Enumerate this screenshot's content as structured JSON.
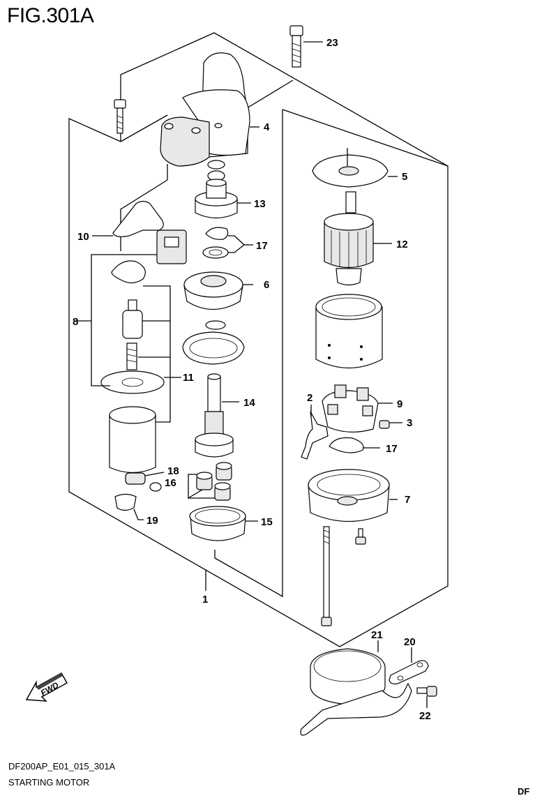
{
  "figure": {
    "title": "FIG.301A",
    "code": "DF200AP_E01_015_301A",
    "name": "STARTING MOTOR",
    "corner_code": "DF"
  },
  "fwd_label": "FWD",
  "callouts": {
    "c1": "1",
    "c2": "2",
    "c3": "3",
    "c4": "4",
    "c5": "5",
    "c6": "6",
    "c7": "7",
    "c8": "8",
    "c9": "9",
    "c10": "10",
    "c11": "11",
    "c12": "12",
    "c13": "13",
    "c14": "14",
    "c15": "15",
    "c16": "16",
    "c17a": "17",
    "c17b": "17",
    "c18": "18",
    "c19": "19",
    "c20": "20",
    "c21": "21",
    "c22": "22",
    "c23": "23"
  },
  "parts": [
    {
      "no": "1",
      "icon": "starting-motor-assembly-outline"
    },
    {
      "no": "2",
      "icon": "lead-wire-icon"
    },
    {
      "no": "3",
      "icon": "nut-icon"
    },
    {
      "no": "4",
      "icon": "housing-icon"
    },
    {
      "no": "5",
      "icon": "plate-washer-icon"
    },
    {
      "no": "6",
      "icon": "bracket-icon"
    },
    {
      "no": "7",
      "icon": "end-cover-icon"
    },
    {
      "no": "8",
      "icon": "magnetic-switch-icon"
    },
    {
      "no": "9",
      "icon": "brush-holder-icon"
    },
    {
      "no": "10",
      "icon": "lever-icon"
    },
    {
      "no": "11",
      "icon": "plunger-kit-icon"
    },
    {
      "no": "12",
      "icon": "armature-icon"
    },
    {
      "no": "13",
      "icon": "pinion-gear-icon"
    },
    {
      "no": "14",
      "icon": "shaft-icon"
    },
    {
      "no": "15",
      "icon": "internal-gear-icon"
    },
    {
      "no": "16",
      "icon": "planet-gear-icon"
    },
    {
      "no": "17",
      "icon": "washer-clip-icon"
    },
    {
      "no": "18",
      "icon": "terminal-icon"
    },
    {
      "no": "19",
      "icon": "cap-icon"
    },
    {
      "no": "20",
      "icon": "clamp-plate-icon"
    },
    {
      "no": "21",
      "icon": "band-icon"
    },
    {
      "no": "22",
      "icon": "bolt-icon"
    },
    {
      "no": "23",
      "icon": "bolt-icon"
    }
  ]
}
